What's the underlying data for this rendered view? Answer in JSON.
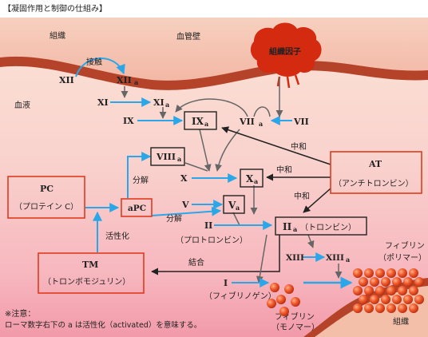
{
  "title": "【凝固作用と制御の仕組み】",
  "regions": {
    "tissue_top": "組織",
    "vessel_wall": "血管壁",
    "tissue_factor": "組織因子",
    "blood": "血液",
    "tissue_bottom": "組織"
  },
  "labels": {
    "contact": "接触",
    "neutralize1": "中和",
    "neutralize2": "中和",
    "neutralize3": "中和",
    "decompose1": "分解",
    "decompose2": "分解",
    "activation": "活性化",
    "binding": "結合"
  },
  "factors": {
    "XII": "XII",
    "XIIa": "XII",
    "XI": "XI",
    "XIa": "XI",
    "IX": "IX",
    "IXa": "IX",
    "VIIa": "VII",
    "VII": "VII",
    "VIIIa": "VIII",
    "X": "X",
    "Xa": "X",
    "V": "V",
    "Va": "V",
    "II": "II",
    "IIa": "II",
    "IIa_name": "（トロンビン）",
    "XIII": "XIII",
    "XIIIa": "XIII",
    "I": "I",
    "sub_a": "a"
  },
  "boxes": {
    "pc_title": "PC",
    "pc_sub": "（プロテイン C）",
    "apc": "aPC",
    "tm_title": "TM",
    "tm_sub": "（トロンボモジュリン）",
    "at_title": "AT",
    "at_sub": "（アンチトロンビン）"
  },
  "captions": {
    "prothrombin": "（プロトロンビン）",
    "fibrinogen": "（フィブリノゲン）",
    "fibrin_mono_1": "フィブリン",
    "fibrin_mono_2": "（モノマー）",
    "fibrin_poly_1": "フィブリン",
    "fibrin_poly_2": "（ポリマー）"
  },
  "note": {
    "line1": "※注意：",
    "line2": "ローマ数字右下の a は活性化（activated）を意味する。"
  },
  "colors": {
    "blue_arrow": "#2aa7e8",
    "red_box": "#e03b1f",
    "tissue_factor": "#d42a10",
    "vessel_wall": "#b5432a"
  }
}
